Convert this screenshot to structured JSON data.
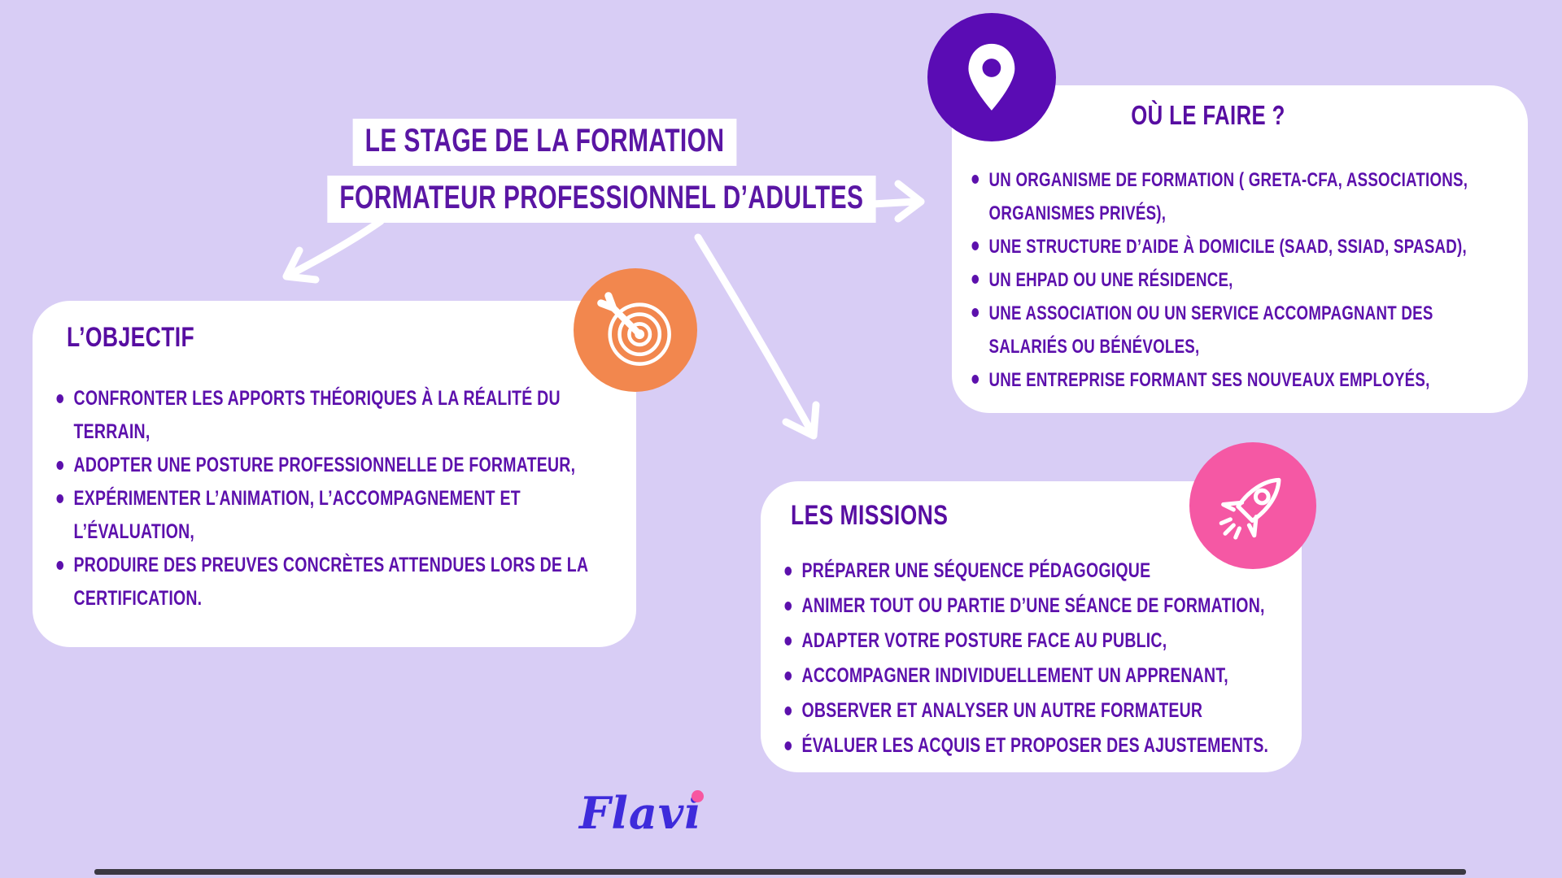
{
  "title": {
    "line1": "LE STAGE DE LA FORMATION",
    "line2": "FORMATEUR PROFESSIONNEL D’ADULTES"
  },
  "cards": {
    "objectif": {
      "heading": "L’OBJECTIF",
      "bullets": [
        "CONFRONTER LES APPORTS THÉORIQUES À LA RÉALITÉ DU\nTERRAIN,",
        "ADOPTER UNE POSTURE PROFESSIONNELLE DE FORMATEUR,",
        "EXPÉRIMENTER L’ANIMATION, L’ACCOMPAGNEMENT ET\nL’ÉVALUATION,",
        "PRODUIRE DES PREUVES CONCRÈTES ATTENDUES LORS DE LA\nCERTIFICATION."
      ]
    },
    "ou_le_faire": {
      "heading": "OÙ LE FAIRE ?",
      "bullets": [
        "UN ORGANISME DE FORMATION ( GRETA-CFA, ASSOCIATIONS,\nORGANISMES PRIVÉS),",
        "UNE STRUCTURE D’AIDE À DOMICILE (SAAD, SSIAD, SPASAD),",
        "UN EHPAD OU UNE RÉSIDENCE,",
        "UNE ASSOCIATION OU UN SERVICE ACCOMPAGNANT DES\nSALARIÉS OU BÉNÉVOLES,",
        "UNE ENTREPRISE FORMANT SES NOUVEAUX EMPLOYÉS,"
      ]
    },
    "missions": {
      "heading": "LES MISSIONS",
      "bullets": [
        "PRÉPARER UNE SÉQUENCE PÉDAGOGIQUE",
        "ANIMER TOUT OU PARTIE D’UNE SÉANCE DE FORMATION,",
        "ADAPTER VOTRE POSTURE FACE AU PUBLIC,",
        "ACCOMPAGNER INDIVIDUELLEMENT UN APPRENANT,",
        "OBSERVER ET ANALYSER UN AUTRE FORMATEUR",
        "ÉVALUER LES ACQUIS ET PROPOSER DES AJUSTEMENTS."
      ]
    }
  },
  "icons": {
    "objectif": "target-dart-icon",
    "ou_le_faire": "location-pin-icon",
    "missions": "rocket-icon"
  },
  "footer": {
    "brand": "Flavi"
  },
  "colors": {
    "background": "#D8CDF5",
    "card": "#FFFFFF",
    "title_text": "#5A16A4",
    "heading_text": "#570DA1",
    "bullet_text": "#5C10AC",
    "circle_orange": "#F2874E",
    "circle_purple": "#5A0CB4",
    "circle_pink": "#F558A4",
    "arrow": "#FFFFFF",
    "logo_blue": "#3E2BDB",
    "logo_dot_pink": "#F757A0",
    "bottom_bar": "#3A3842"
  }
}
